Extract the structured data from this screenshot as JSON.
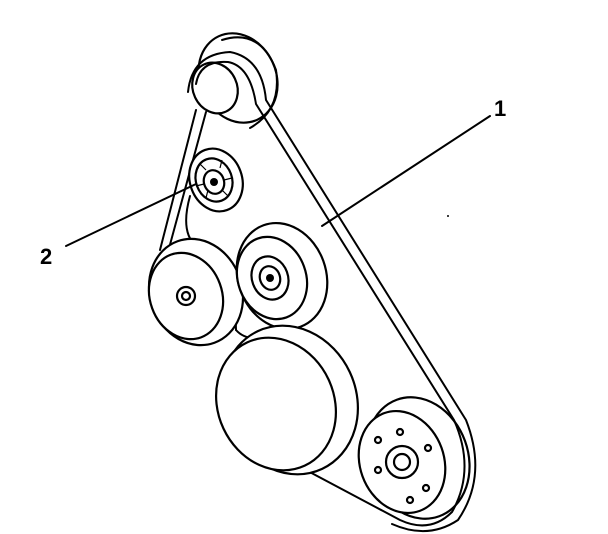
{
  "diagram": {
    "callouts": [
      {
        "id": "1",
        "label": "1"
      },
      {
        "id": "2",
        "label": "2"
      }
    ],
    "colors": {
      "ink": "#000000",
      "background": "#ffffff"
    }
  }
}
